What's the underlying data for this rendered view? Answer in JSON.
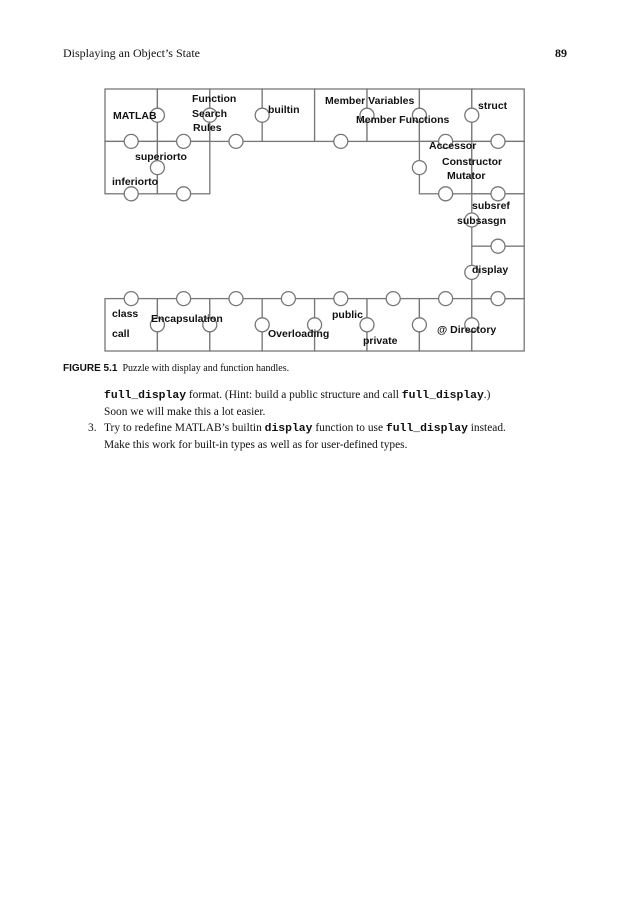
{
  "header": {
    "title": "Displaying an Object’s State",
    "page_number": "89"
  },
  "figure": {
    "labels": [
      {
        "id": "matlab",
        "text": "MATLAB"
      },
      {
        "id": "function",
        "text": "Function"
      },
      {
        "id": "search",
        "text": "Search"
      },
      {
        "id": "rules",
        "text": "Rules"
      },
      {
        "id": "builtin",
        "text": "builtin"
      },
      {
        "id": "member-variables",
        "text": "Member Variables"
      },
      {
        "id": "member-functions",
        "text": "Member Functions"
      },
      {
        "id": "struct",
        "text": "struct"
      },
      {
        "id": "superiorto",
        "text": "superiorto"
      },
      {
        "id": "inferiorto",
        "text": "inferiorto"
      },
      {
        "id": "accessor",
        "text": "Accessor"
      },
      {
        "id": "constructor",
        "text": "Constructor"
      },
      {
        "id": "mutator",
        "text": "Mutator"
      },
      {
        "id": "subsref",
        "text": "subsref"
      },
      {
        "id": "subsasgn",
        "text": "subsasgn"
      },
      {
        "id": "display",
        "text": "display"
      },
      {
        "id": "class",
        "text": "class"
      },
      {
        "id": "call",
        "text": "call"
      },
      {
        "id": "encapsulation",
        "text": "Encapsulation"
      },
      {
        "id": "overloading",
        "text": "Overloading"
      },
      {
        "id": "public",
        "text": "public"
      },
      {
        "id": "private",
        "text": "private"
      },
      {
        "id": "directory",
        "text": "@ Directory"
      }
    ],
    "caption_label": "FIGURE 5.1",
    "caption_text": "Puzzle with display and function handles."
  },
  "body": {
    "p1": {
      "c1": "full_display",
      "t1": " format. (Hint: build a public structure and call ",
      "c2": "full_display",
      "t2": ".)"
    },
    "p2": "Soon we will make this a lot easier.",
    "item3": {
      "num": "3.",
      "t1": "Try to redefine MATLAB’s builtin ",
      "c1": "display",
      "t2": " function to use ",
      "c2": "full_display",
      "t3": " instead."
    },
    "p4": "Make this work for built-in types as well as for user-defined types."
  }
}
